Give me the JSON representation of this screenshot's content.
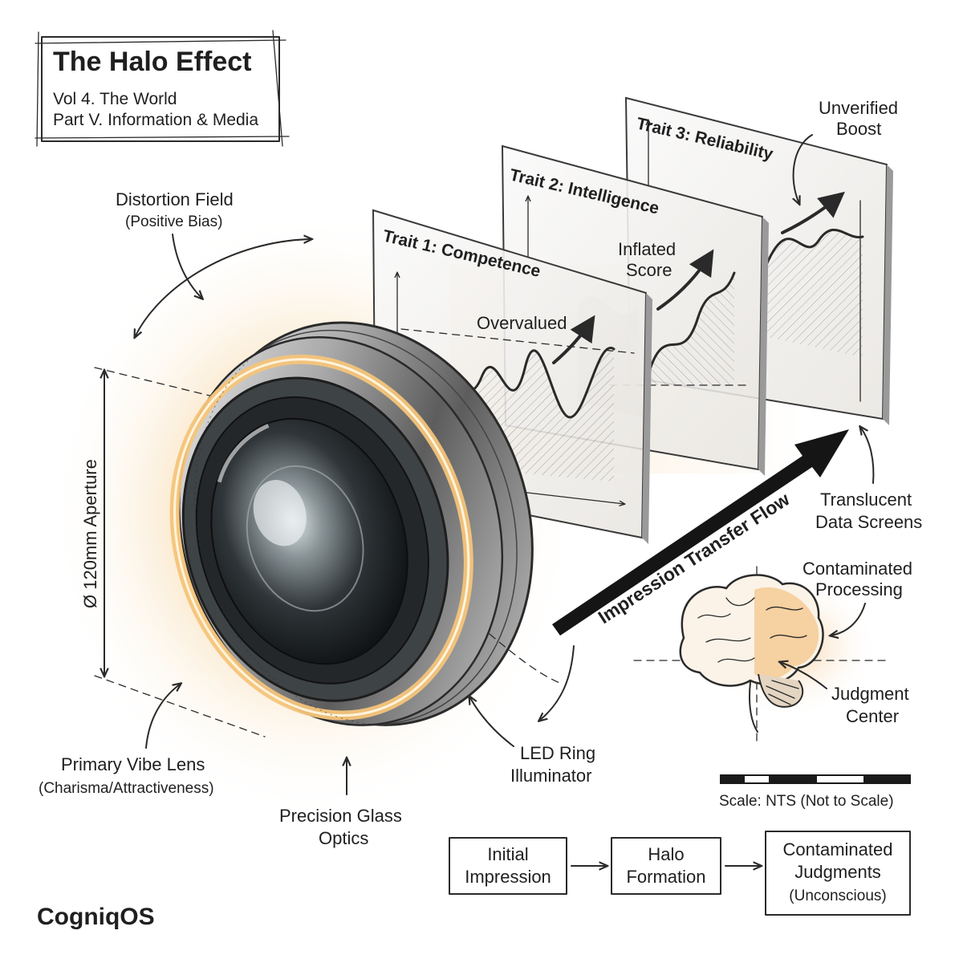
{
  "title_box": {
    "title": "The Halo Effect",
    "line1": "Vol 4. The World",
    "line2": "Part V. Information & Media"
  },
  "labels": {
    "distortion_field": "Distortion Field",
    "distortion_field_sub": "(Positive Bias)",
    "aperture": "Ø 120mm Aperture",
    "primary_lens": "Primary Vibe Lens",
    "primary_lens_sub": "(Charisma/Attractiveness)",
    "precision_glass_1": "Precision Glass",
    "precision_glass_2": "Optics",
    "led_ring_1": "LED Ring",
    "led_ring_2": "Illuminator",
    "flow": "Impression Transfer Flow",
    "translucent_1": "Translucent",
    "translucent_2": "Data Screens",
    "unverified_1": "Unverified",
    "unverified_2": "Boost",
    "inflated_1": "Inflated",
    "inflated_2": "Score",
    "overvalued": "Overvalued",
    "contaminated_1": "Contaminated",
    "contaminated_2": "Processing",
    "judgment_1": "Judgment",
    "judgment_2": "Center",
    "scale": "Scale: NTS (Not to Scale)"
  },
  "screens": [
    {
      "title": "Trait 1: Competence"
    },
    {
      "title": "Trait 2: Intelligence"
    },
    {
      "title": "Trait 3: Reliability"
    }
  ],
  "flowchart": {
    "step1_line1": "Initial",
    "step1_line2": "Impression",
    "step2_line1": "Halo",
    "step2_line2": "Formation",
    "step3_line1": "Contaminated",
    "step3_line2": "Judgments",
    "step3_line3": "(Unconscious)"
  },
  "brand": "CogniqOS",
  "colors": {
    "glow": "#f2c27a",
    "ink": "#2a2a2a",
    "brain_highlight": "#e9a04a"
  }
}
